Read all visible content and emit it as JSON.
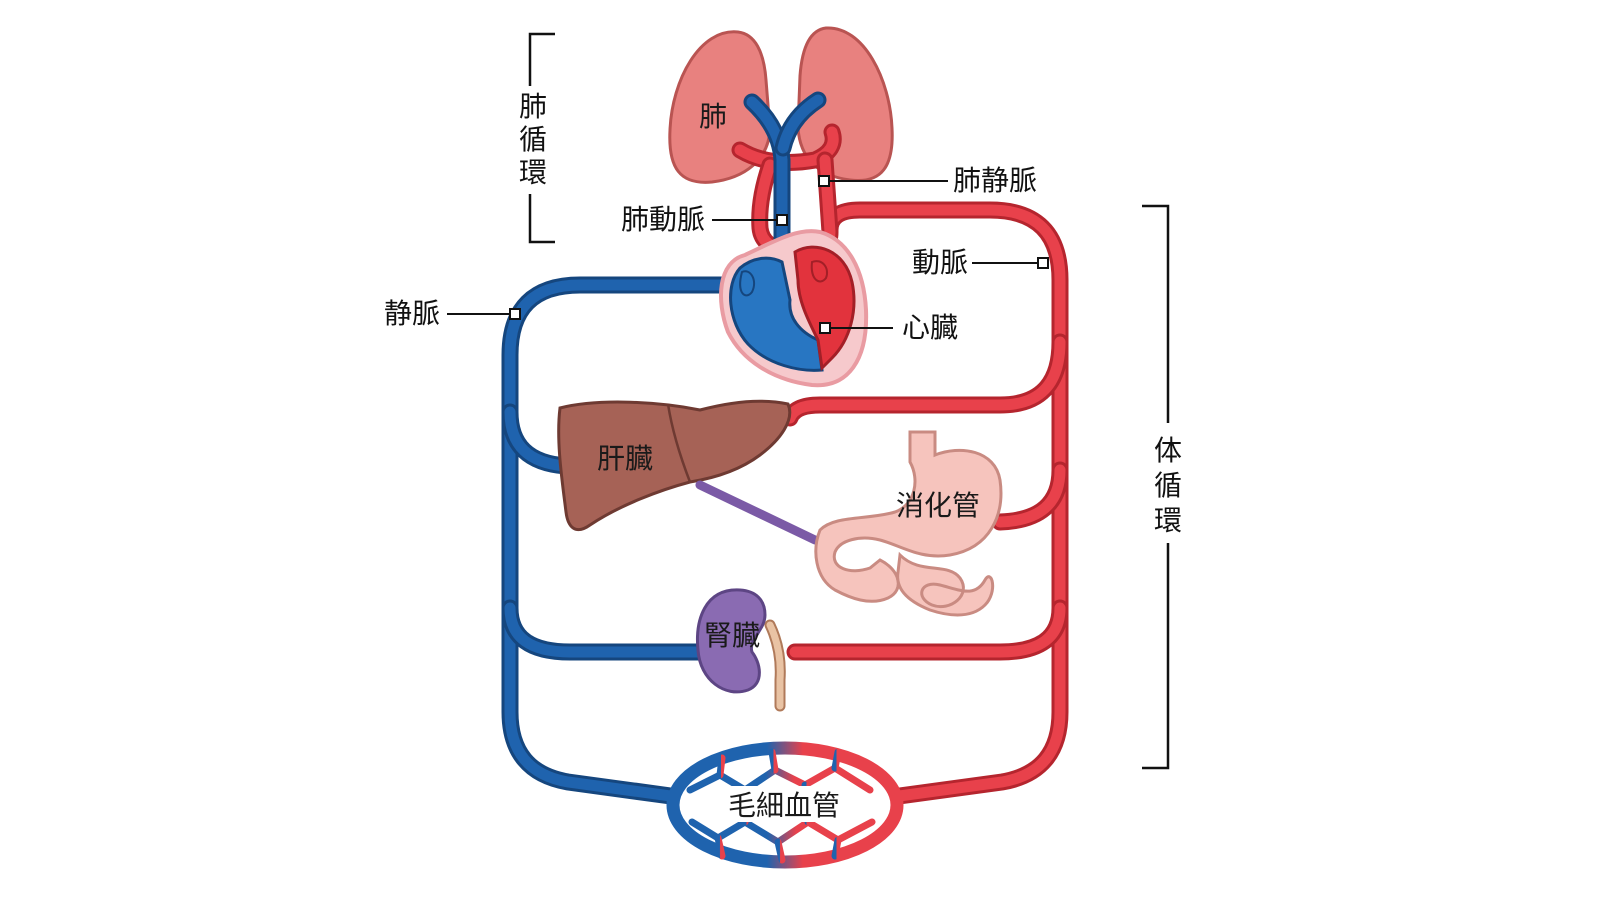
{
  "colors": {
    "vein": "#1f63ae",
    "artery": "#e8414b",
    "lung": "#e8817f",
    "heart_outline": "#f6c9cc",
    "liver": "#a66256",
    "gut": "#f6c4bd",
    "kidney": "#8a6bb2",
    "portal": "#7b5aa6",
    "ureter": "#e9c3a4"
  },
  "labels": {
    "lung": "肺",
    "pulmonary_vein": "肺静脈",
    "pulmonary_artery": "肺動脈",
    "artery": "動脈",
    "vein": "静脈",
    "heart": "心臓",
    "liver": "肝臓",
    "digestive_tract": "消化管",
    "kidney": "腎臓",
    "capillaries": "毛細血管"
  },
  "brackets": {
    "pulmonary_circulation": [
      "肺",
      "循",
      "環"
    ],
    "systemic_circulation": [
      "体",
      "循",
      "環"
    ]
  }
}
